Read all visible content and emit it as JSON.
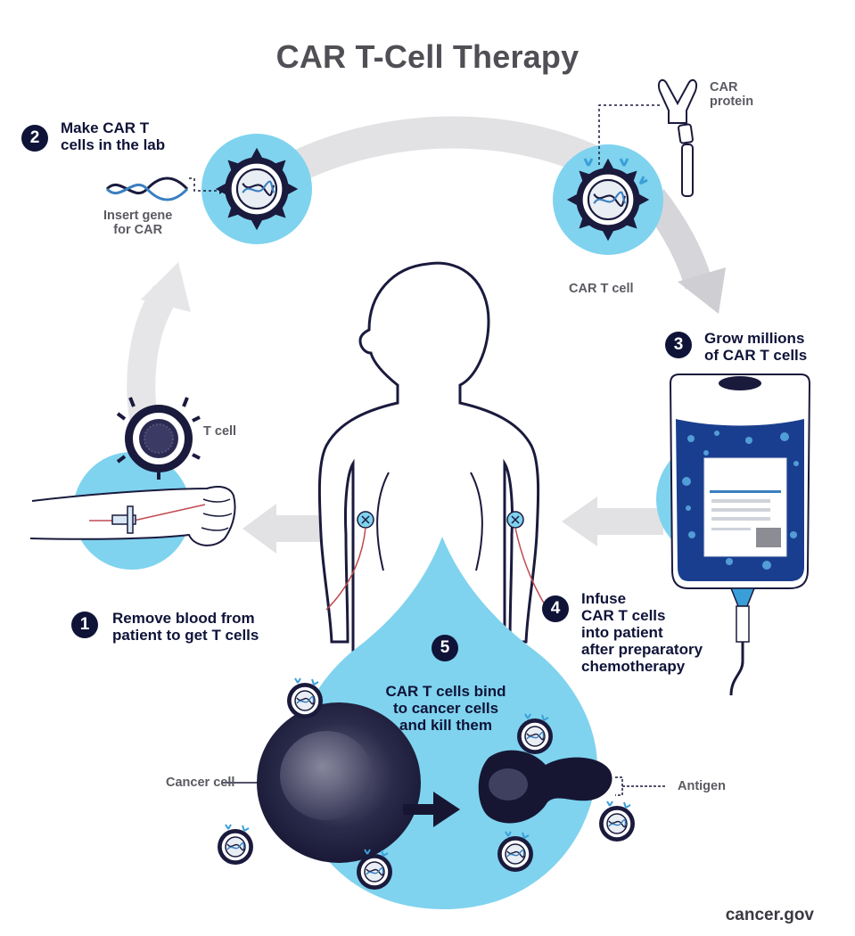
{
  "title": "CAR T-Cell Therapy",
  "steps": [
    {
      "number": "1",
      "text_lines": [
        "Remove blood from",
        "patient to get T cells"
      ]
    },
    {
      "number": "2",
      "text_lines": [
        "Make CAR T",
        "cells in the lab"
      ]
    },
    {
      "number": "3",
      "text_lines": [
        "Grow millions",
        "of CAR T cells"
      ]
    },
    {
      "number": "4",
      "text_lines": [
        "Infuse",
        "CAR T cells",
        "into patient",
        "after preparatory",
        "chemotherapy"
      ]
    },
    {
      "number": "5",
      "text_lines": [
        "CAR T cells bind",
        "to cancer cells",
        "and kill them"
      ]
    }
  ],
  "labels": {
    "insert_gene": [
      "Insert gene",
      "for CAR"
    ],
    "car_protein": [
      "CAR",
      "protein"
    ],
    "car_t_cell": "CAR T cell",
    "t_cell": "T cell",
    "cancer_cell": "Cancer cell",
    "antigen": "Antigen"
  },
  "source": "cancer.gov",
  "colors": {
    "light_blue": "#7fd3ee",
    "navy": "#0f1338",
    "arrow_gray": "#dcdcdf",
    "title_gray": "#4f4f55"
  }
}
